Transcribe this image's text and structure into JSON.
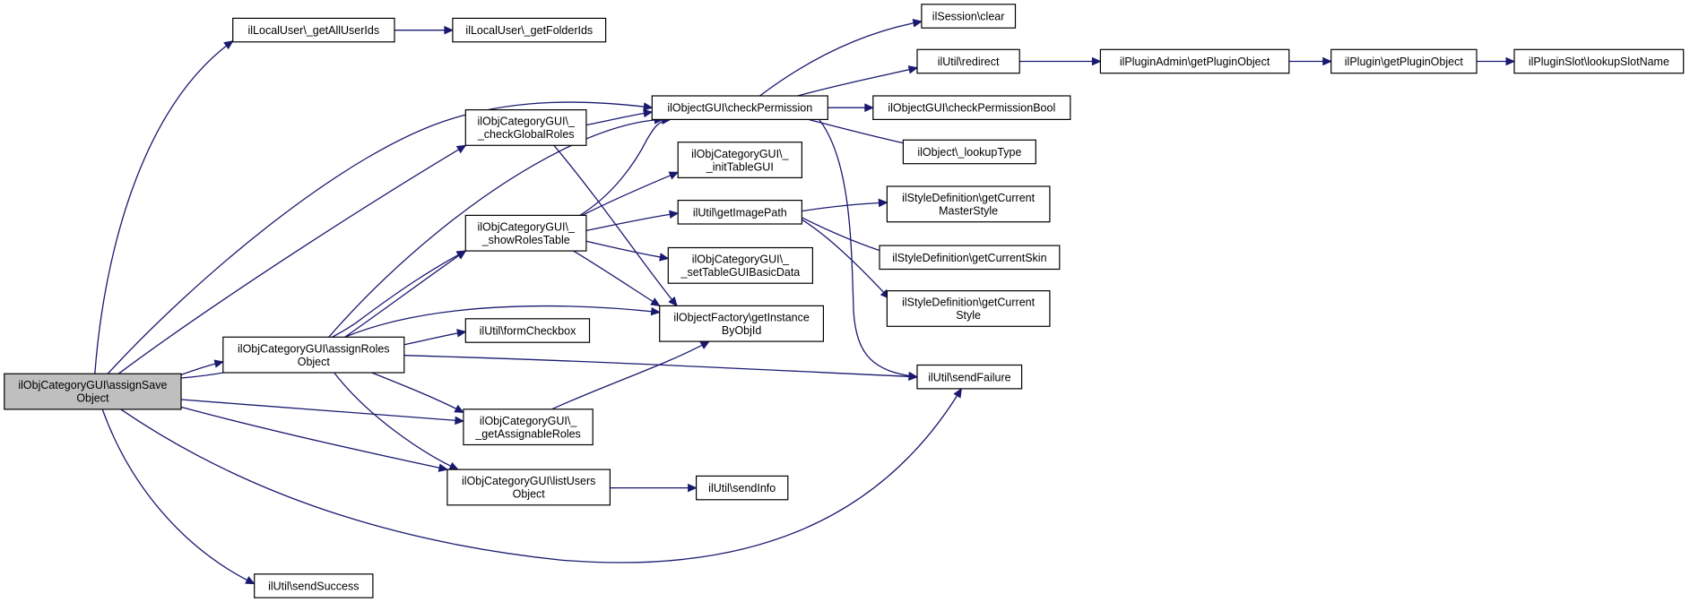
{
  "colors": {
    "edge": "#191970",
    "root_fill": "#bfbfbf",
    "node_fill": "#ffffff",
    "border": "#000000"
  },
  "nodes": {
    "assign_save": [
      "ilObjCategoryGUI\\assignSave",
      "Object"
    ],
    "get_all_user_ids": [
      "ilLocalUser\\_getAllUserIds"
    ],
    "get_folder_ids": [
      "ilLocalUser\\_getFolderIds"
    ],
    "check_global_roles": [
      "ilObjCategoryGUI\\_",
      "_checkGlobalRoles"
    ],
    "show_roles_table": [
      "ilObjCategoryGUI\\_",
      "_showRolesTable"
    ],
    "assign_roles_object": [
      "ilObjCategoryGUI\\assignRoles",
      "Object"
    ],
    "get_assignable_roles": [
      "ilObjCategoryGUI\\_",
      "_getAssignableRoles"
    ],
    "list_users_object": [
      "ilObjCategoryGUI\\listUsers",
      "Object"
    ],
    "send_success": [
      "ilUtil\\sendSuccess"
    ],
    "check_permission": [
      "ilObjectGUI\\checkPermission"
    ],
    "init_table_gui": [
      "ilObjCategoryGUI\\_",
      "_initTableGUI"
    ],
    "get_image_path": [
      "ilUtil\\getImagePath"
    ],
    "set_table_gui_basic_data": [
      "ilObjCategoryGUI\\_",
      "_setTableGUIBasicData"
    ],
    "get_instance_by_obj_id": [
      "ilObjectFactory\\getInstance",
      "ByObjId"
    ],
    "form_checkbox": [
      "ilUtil\\formCheckbox"
    ],
    "send_info": [
      "ilUtil\\sendInfo"
    ],
    "session_clear": [
      "ilSession\\clear"
    ],
    "redirect": [
      "ilUtil\\redirect"
    ],
    "check_permission_bool": [
      "ilObjectGUI\\checkPermissionBool"
    ],
    "lookup_type": [
      "ilObject\\_lookupType"
    ],
    "get_current_master_style": [
      "ilStyleDefinition\\getCurrent",
      "MasterStyle"
    ],
    "get_current_skin": [
      "ilStyleDefinition\\getCurrentSkin"
    ],
    "get_current_style": [
      "ilStyleDefinition\\getCurrent",
      "Style"
    ],
    "send_failure": [
      "ilUtil\\sendFailure"
    ],
    "plugin_admin_get_plugin_object": [
      "ilPluginAdmin\\getPluginObject"
    ],
    "plugin_get_plugin_object": [
      "ilPlugin\\getPluginObject"
    ],
    "lookup_slot_name": [
      "ilPluginSlot\\lookupSlotName"
    ]
  },
  "edges": [
    [
      "assign_save",
      "get_all_user_ids"
    ],
    [
      "assign_save",
      "check_permission"
    ],
    [
      "assign_save",
      "check_global_roles"
    ],
    [
      "assign_save",
      "show_roles_table"
    ],
    [
      "assign_save",
      "assign_roles_object"
    ],
    [
      "assign_save",
      "get_assignable_roles"
    ],
    [
      "assign_save",
      "list_users_object"
    ],
    [
      "assign_save",
      "send_success"
    ],
    [
      "assign_save",
      "send_failure"
    ],
    [
      "get_all_user_ids",
      "get_folder_ids"
    ],
    [
      "check_global_roles",
      "check_permission"
    ],
    [
      "check_global_roles",
      "get_instance_by_obj_id"
    ],
    [
      "show_roles_table",
      "check_permission"
    ],
    [
      "show_roles_table",
      "init_table_gui"
    ],
    [
      "show_roles_table",
      "get_image_path"
    ],
    [
      "show_roles_table",
      "set_table_gui_basic_data"
    ],
    [
      "show_roles_table",
      "get_instance_by_obj_id"
    ],
    [
      "assign_roles_object",
      "check_permission"
    ],
    [
      "assign_roles_object",
      "show_roles_table"
    ],
    [
      "assign_roles_object",
      "get_instance_by_obj_id"
    ],
    [
      "assign_roles_object",
      "form_checkbox"
    ],
    [
      "assign_roles_object",
      "send_failure"
    ],
    [
      "assign_roles_object",
      "get_assignable_roles"
    ],
    [
      "assign_roles_object",
      "list_users_object"
    ],
    [
      "get_assignable_roles",
      "get_instance_by_obj_id"
    ],
    [
      "list_users_object",
      "send_info"
    ],
    [
      "check_permission",
      "session_clear"
    ],
    [
      "check_permission",
      "redirect"
    ],
    [
      "check_permission",
      "check_permission_bool"
    ],
    [
      "check_permission",
      "lookup_type"
    ],
    [
      "check_permission",
      "send_failure"
    ],
    [
      "get_image_path",
      "get_current_master_style"
    ],
    [
      "get_image_path",
      "get_current_skin"
    ],
    [
      "get_image_path",
      "get_current_style"
    ],
    [
      "redirect",
      "plugin_admin_get_plugin_object"
    ],
    [
      "plugin_admin_get_plugin_object",
      "plugin_get_plugin_object"
    ],
    [
      "plugin_get_plugin_object",
      "lookup_slot_name"
    ]
  ]
}
